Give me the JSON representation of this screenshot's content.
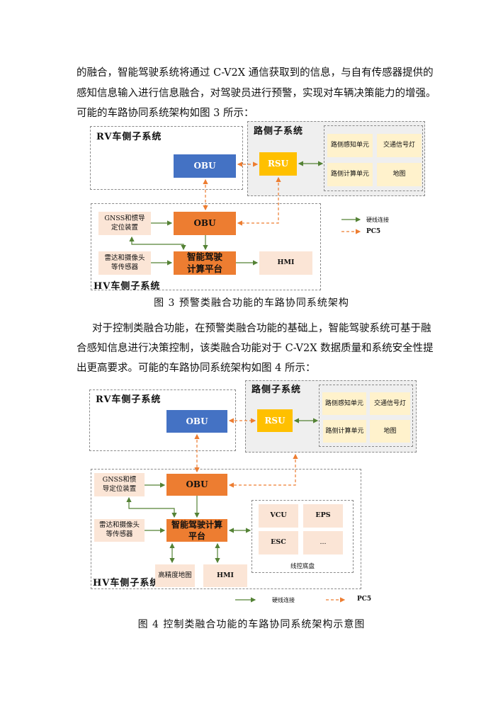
{
  "paragraph1": {
    "lines": [
      "的融合，智能驾驶系统将通过 C-V2X 通信获取到的信息，与自有传感器提供的",
      "感知信息输入进行信息融合，对驾驶员进行预警，实现对车辆决策能力的增强。",
      "可能的车路协同系统架构如图 3 所示："
    ]
  },
  "figure3": {
    "rv_title": "RV车侧子系统",
    "road_title": "路侧子系统",
    "hv_title": "HV车侧子系统",
    "rv_obu": "OBU",
    "rsu": "RSU",
    "road_units": [
      "路侧感知单元",
      "交通信号灯",
      "路侧计算单元",
      "地图"
    ],
    "gnss": "GNSS和惯导定位装置",
    "hv_obu": "OBU",
    "radar": "雷达和摄像头等传感器",
    "platform": "智能驾驶计算平台",
    "hmi": "HMI",
    "legend_wired": "硬线连接",
    "legend_pc5": "PC5",
    "caption": "图 3  预警类融合功能的车路协同系统架构"
  },
  "paragraph2": {
    "lines": [
      "对于控制类融合功能，在预警类融合功能的基础上，智能驾驶系统可基于融",
      "合感知信息进行决策控制，该类融合功能对于 C-V2X 数据质量和系统安全性提",
      "出更高要求。可能的车路协同系统架构如图 4 所示："
    ]
  },
  "figure4": {
    "rv_title": "RV车侧子系统",
    "road_title": "路侧子系统",
    "hv_title": "HV车侧子系统",
    "rv_obu": "OBU",
    "rsu": "RSU",
    "road_units": [
      "路侧感知单元",
      "交通信号灯",
      "路侧计算单元",
      "地图"
    ],
    "gnss": "GNSS和惯导定位装置",
    "hv_obu": "OBU",
    "radar": "雷达和摄像头等传感器",
    "platform": "智能驾驶计算平台",
    "hd_map": "高精度地图",
    "hmi": "HMI",
    "chassis_units": [
      "VCU",
      "EPS",
      "ESC",
      "..."
    ],
    "chassis_label": "线控底盘",
    "legend_wired": "硬线连接",
    "legend_pc5": "PC5",
    "caption": "图 4  控制类融合功能的车路协同系统架构示意图"
  },
  "colors": {
    "green": "#548235",
    "orange": "#ed7d31",
    "blue": "#4472c4",
    "yellow": "#ffc000"
  }
}
